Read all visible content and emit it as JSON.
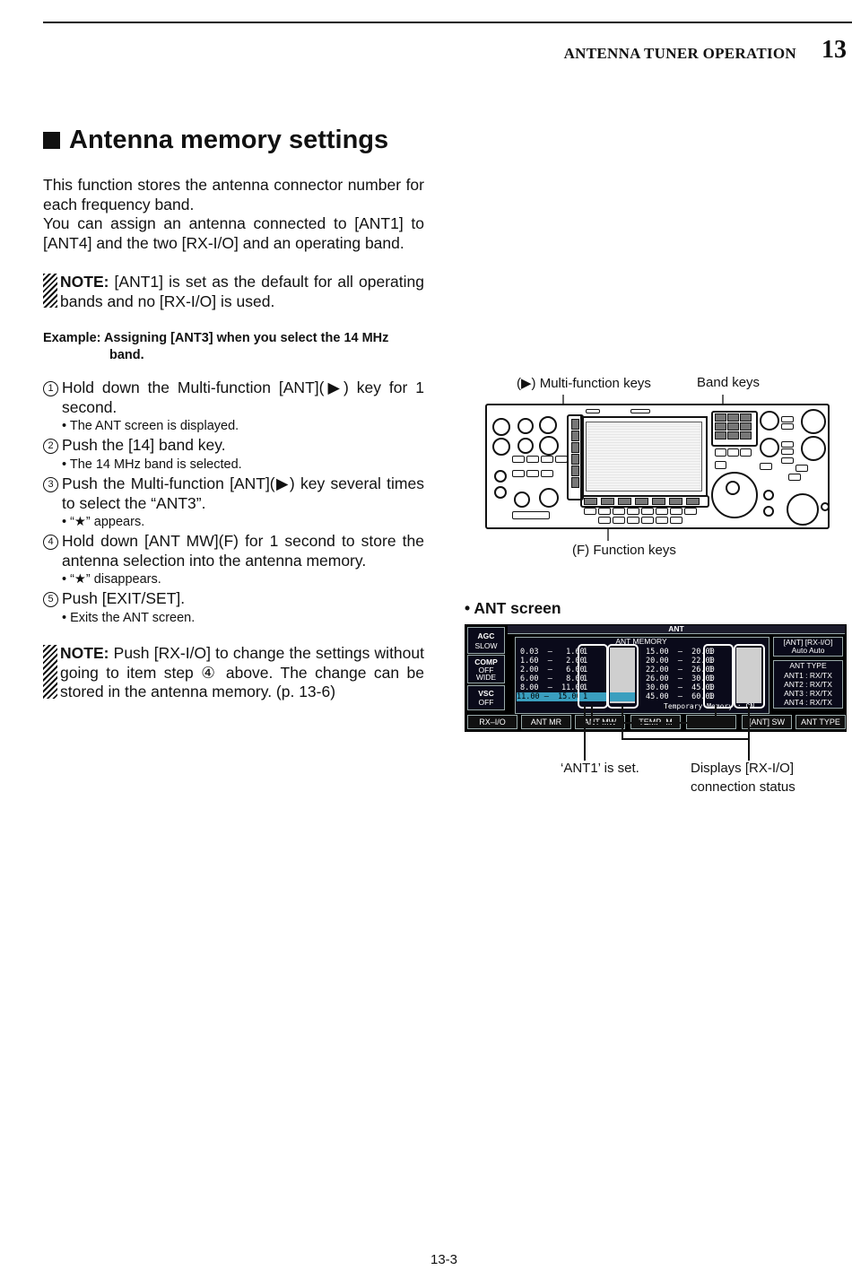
{
  "header": {
    "chapter_title": "ANTENNA TUNER OPERATION",
    "chapter_number": "13"
  },
  "section": {
    "title": "Antenna memory settings"
  },
  "intro": [
    "This function stores the antenna connector number for each frequency band.",
    "You can assign an antenna connected to [ANT1] to [ANT4] and the two [RX-I/O] and an operating band."
  ],
  "note1": {
    "label": "NOTE:",
    "text": " [ANT1] is set as the default for all operating bands and no [RX-I/O] is used."
  },
  "example": {
    "line1": "Example: Assigning [ANT3] when you select the 14 MHz",
    "line2": "band."
  },
  "steps": [
    {
      "num": "1",
      "text": "Hold down the Multi-function [ANT](▶) key for 1 second.",
      "sub": "• The ANT screen is displayed."
    },
    {
      "num": "2",
      "text": "Push the [14] band key.",
      "sub": "• The 14 MHz band is selected."
    },
    {
      "num": "3",
      "text": "Push the Multi-function [ANT](▶) key several times to select the “ANT3”.",
      "sub": "• “★” appears."
    },
    {
      "num": "4",
      "text": "Hold down [ANT MW](F) for 1 second to store the antenna selection into the antenna memory.",
      "sub": "• “★” disappears."
    },
    {
      "num": "5",
      "text": "Push [EXIT/SET].",
      "sub": "• Exits the ANT screen."
    }
  ],
  "note2": {
    "label": "NOTE:",
    "text": " Push [RX-I/O] to change the settings without going to item step ④ above. The change can be stored in the antenna memory. (p. 13-6)"
  },
  "radio_figure": {
    "label_multi": "(▶) Multi-function keys",
    "label_band": "Band keys",
    "label_function": "(F) Function keys"
  },
  "ant_screen": {
    "caption": "• ANT screen",
    "title": "ANT",
    "memory_title": "ANT MEMORY",
    "left_ranges": [
      "0.03  –   1.60",
      "1.60  –   2.00",
      "2.00  –   6.00",
      "6.00  –   8.00",
      "8.00  –  11.00",
      "11.00 –  15.00"
    ],
    "right_ranges": [
      "15.00  –  20.00",
      "20.00  –  22.00",
      "22.00  –  26.00",
      "26.00  –  30.00",
      "30.00  –  45.00",
      "45.00  –  60.00"
    ],
    "ant_value": "1",
    "temp_memory": "Temporary Memory : ON",
    "side": {
      "agc": "AGC",
      "agc_val": "SLOW",
      "comp": "COMP",
      "comp_val1": "OFF",
      "comp_val2": "WIDE",
      "vsc": "VSC",
      "vsc_val": "OFF"
    },
    "ant_rx_header": "[ANT]  [RX-I/O]",
    "ant_rx_values": "Auto     Auto",
    "ant_type_title": "ANT  TYPE",
    "ant_types": [
      "ANT1 : RX/TX",
      "ANT2 : RX/TX",
      "ANT3 : RX/TX",
      "ANT4 : RX/TX"
    ],
    "buttons": [
      "RX–I/O",
      "ANT  MR",
      "ANT  MW",
      "TEMP–M",
      "",
      "[ANT]  SW",
      "ANT  TYPE"
    ],
    "callout_ant1": "‘ANT1’ is set.",
    "callout_rxio_1": "Displays  [RX-I/O]",
    "callout_rxio_2": "connection status"
  },
  "footer": {
    "page": "13-3"
  }
}
